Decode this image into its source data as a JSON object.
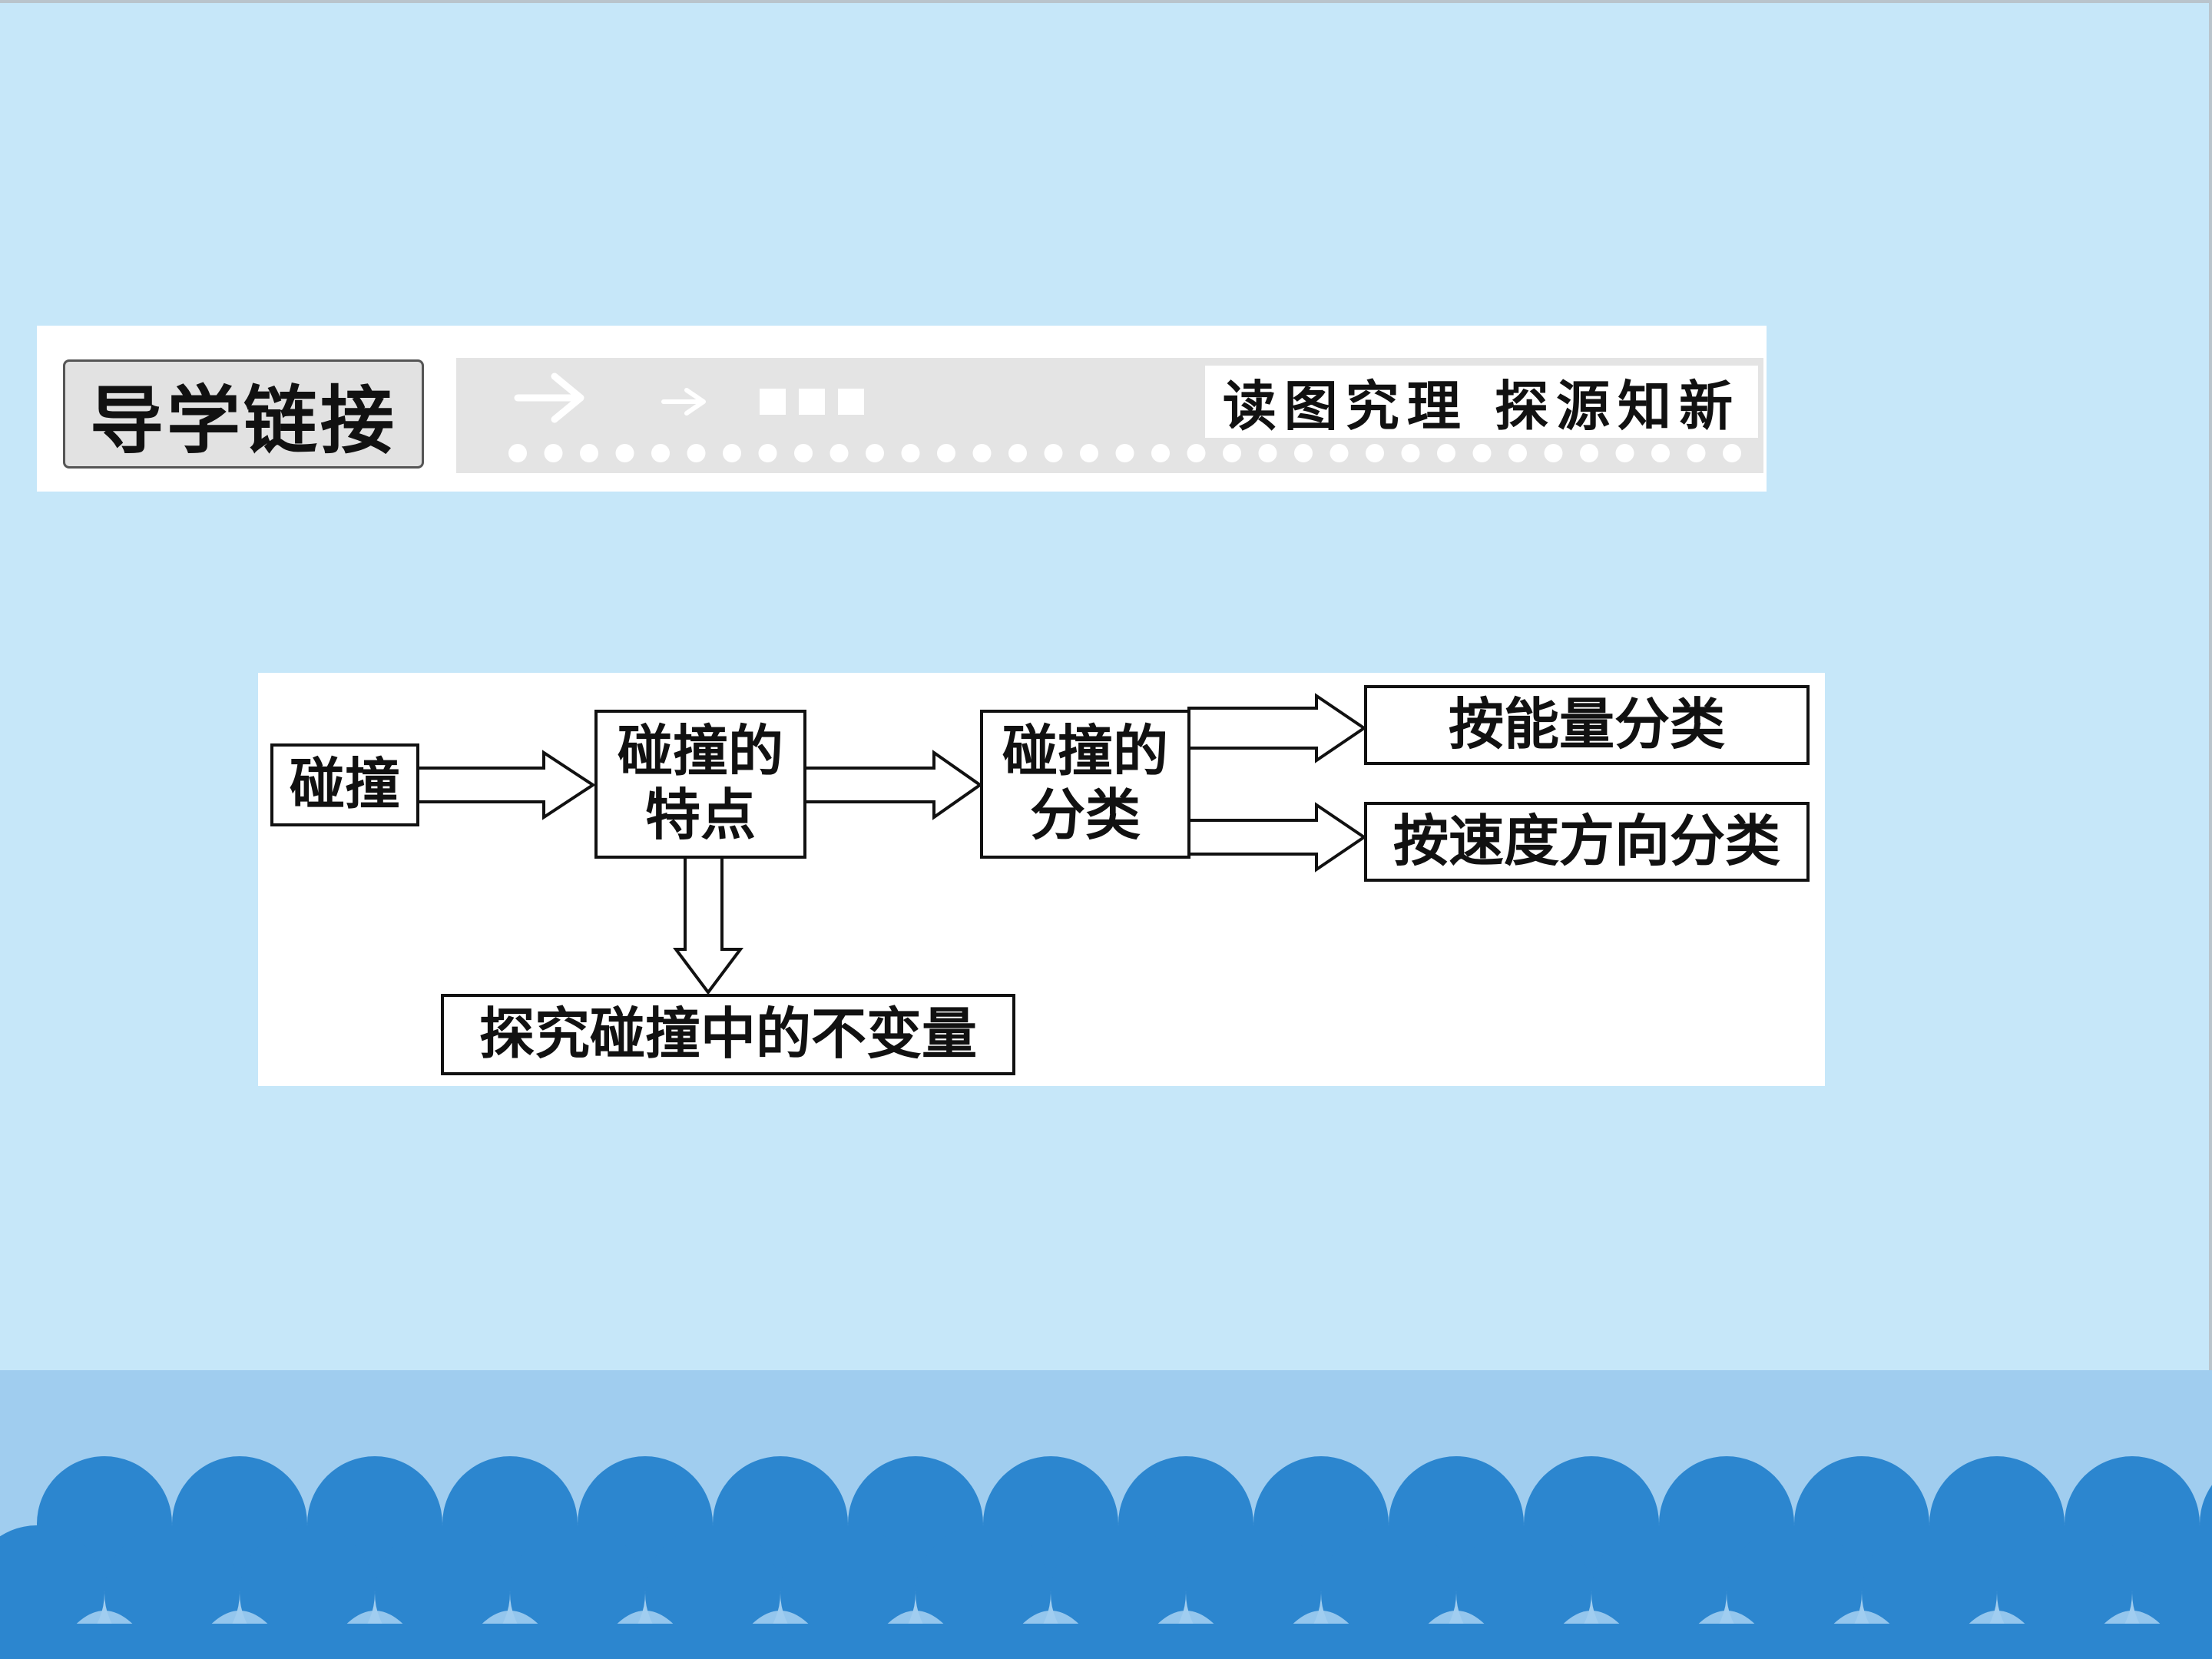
{
  "header": {
    "badge_label": "导学链接",
    "tagline": "读图究理  探源知新"
  },
  "diagram": {
    "nodes": {
      "collision": "碰撞",
      "features_line1": "碰撞的",
      "features_line2": "特点",
      "classification_line1": "碰撞的",
      "classification_line2": "分类",
      "by_energy": "按能量分类",
      "by_velocity": "按速度方向分类",
      "invariant": "探究碰撞中的不变量"
    }
  },
  "colors": {
    "background": "#c6e7f9",
    "wave_dark": "#2c86cf",
    "wave_light": "#a0cdef"
  }
}
